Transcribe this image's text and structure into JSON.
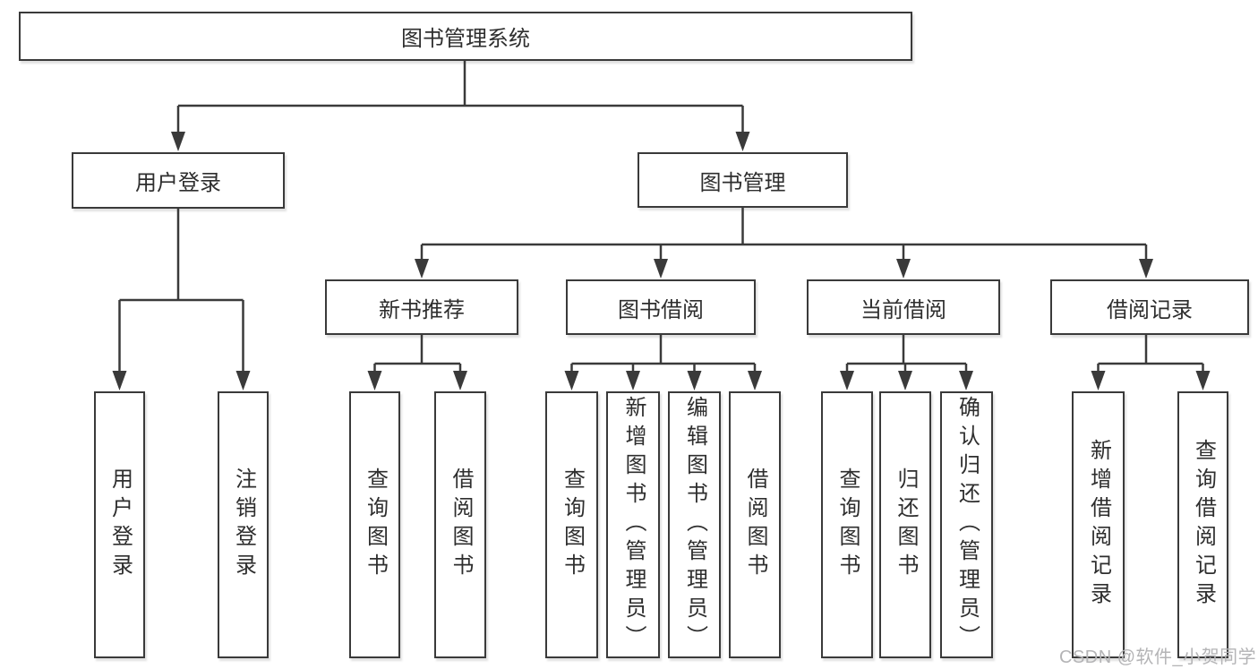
{
  "tree": {
    "root": {
      "label": "图书管理系统",
      "children": [
        {
          "label": "用户登录",
          "children": [
            {
              "label": "用户登录"
            },
            {
              "label": "注销登录"
            }
          ]
        },
        {
          "label": "图书管理",
          "children": [
            {
              "label": "新书推荐",
              "children": [
                {
                  "label": "查询图书"
                },
                {
                  "label": "借阅图书"
                }
              ]
            },
            {
              "label": "图书借阅",
              "children": [
                {
                  "label": "查询图书"
                },
                {
                  "label": "新增图书（管理员）"
                },
                {
                  "label": "编辑图书（管理员）"
                },
                {
                  "label": "借阅图书"
                }
              ]
            },
            {
              "label": "当前借阅",
              "children": [
                {
                  "label": "查询图书"
                },
                {
                  "label": "归还图书"
                },
                {
                  "label": "确认归还（管理员）"
                }
              ]
            },
            {
              "label": "借阅记录",
              "children": [
                {
                  "label": "新增借阅记录"
                },
                {
                  "label": "查询借阅记录"
                }
              ]
            }
          ]
        }
      ]
    }
  },
  "watermark": {
    "text": "CSDN @软件_小贺同学"
  },
  "icons": {
    "connector_arrow": "arrow-down solid triangle"
  },
  "colors": {
    "line": "#3a3a3a",
    "border": "#3a3a3a",
    "text": "#2e2e2e",
    "watermark": "#b4b4b6",
    "background": "#ffffff"
  }
}
